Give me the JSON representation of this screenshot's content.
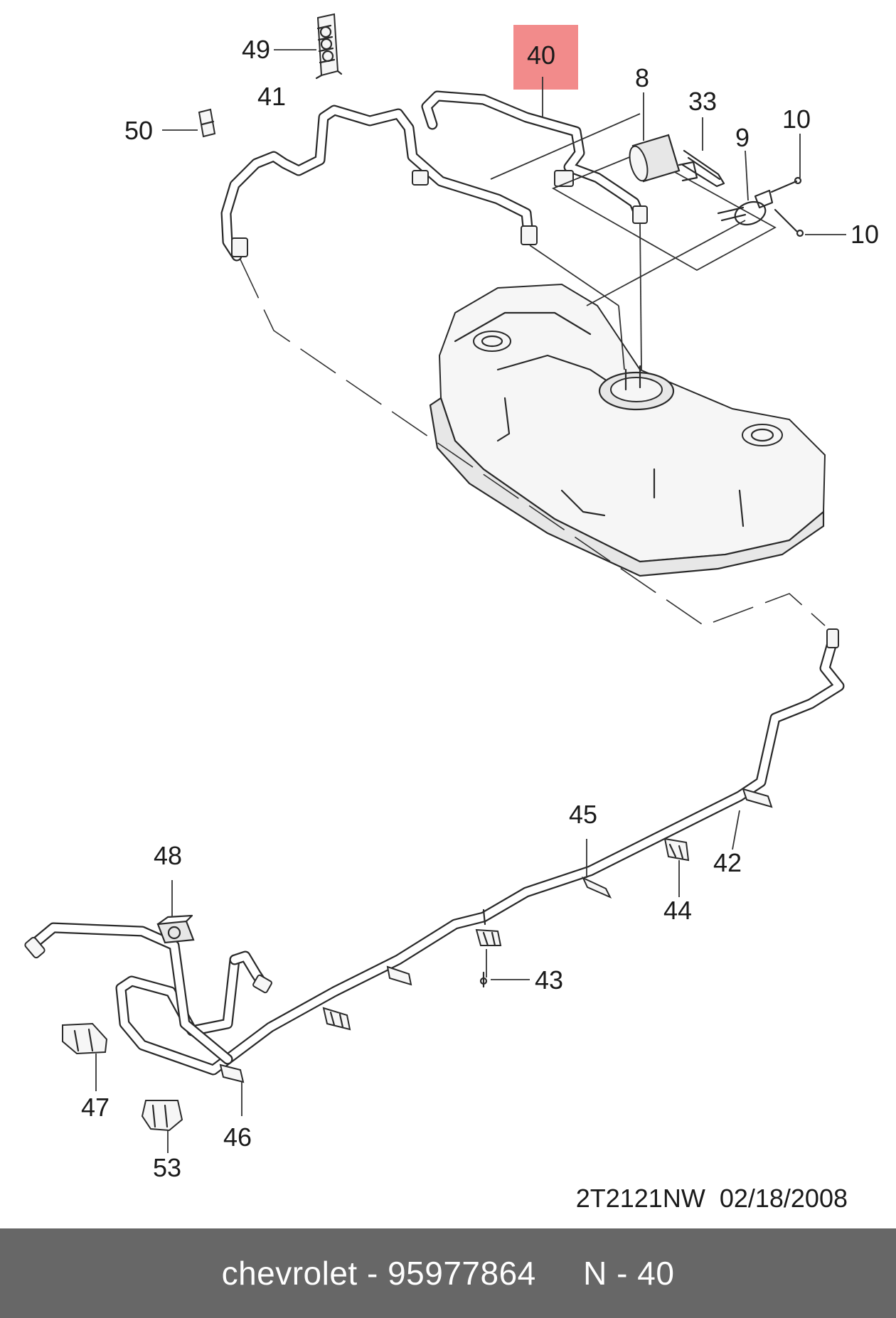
{
  "diagram": {
    "highlight_color": "#f28b8b",
    "highlighted_part": "40",
    "callouts": {
      "c49": "49",
      "c50": "50",
      "c41": "41",
      "c40": "40",
      "c8": "8",
      "c33": "33",
      "c9": "9",
      "c10a": "10",
      "c10b": "10",
      "c45": "45",
      "c48": "48",
      "c42": "42",
      "c44": "44",
      "c43": "43",
      "c47": "47",
      "c46": "46",
      "c53": "53"
    },
    "drawing_code": "2T2121NW  02/18/2008"
  },
  "footer": {
    "brand": "chevrolet",
    "part_number": "95977864",
    "ref": "N - 40",
    "text": "chevrolet - 95977864     N - 40",
    "background": "#676767"
  }
}
